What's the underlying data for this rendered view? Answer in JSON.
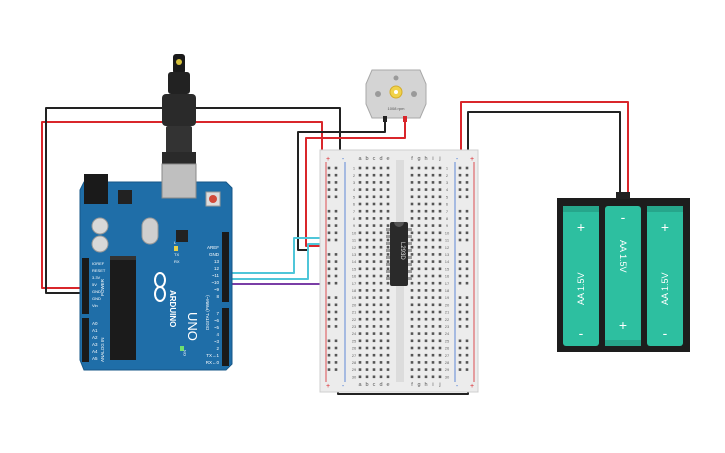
{
  "arduino": {
    "brand": "ARDUINO",
    "model": "UNO",
    "header_power": "POWER",
    "header_analog": "ANALOG IN",
    "header_digital": "DIGITAL (PWM~)",
    "power_pins": [
      "IOREF",
      "RESET",
      "3.3V",
      "5V",
      "GND",
      "GND",
      "Vin"
    ],
    "analog_pins": [
      "A0",
      "A1",
      "A2",
      "A3",
      "A4",
      "A5"
    ],
    "top_labels": [
      "AREF",
      "GND",
      "13",
      "12",
      "~11",
      "~10",
      "~9",
      "8"
    ],
    "bottom_labels": [
      "7",
      "~6",
      "~5",
      "4",
      "~3",
      "2",
      "TX→1",
      "RX←0"
    ],
    "led_labels": [
      "L",
      "TX",
      "RX"
    ],
    "on_label": "ON"
  },
  "motor": {
    "speed_label": "1008 rpm"
  },
  "breadboard": {
    "cols_left": [
      "a",
      "b",
      "c",
      "d",
      "e"
    ],
    "cols_right": [
      "f",
      "g",
      "h",
      "i",
      "j"
    ],
    "row_numbers": [
      "1",
      "2",
      "3",
      "4",
      "5",
      "6",
      "7",
      "8",
      "9",
      "10",
      "11",
      "12",
      "13",
      "14",
      "15",
      "16",
      "17",
      "18",
      "19",
      "20",
      "21",
      "22",
      "23",
      "24",
      "25",
      "26",
      "27",
      "28",
      "29",
      "30"
    ],
    "rail_plus": "+",
    "rail_minus": "-"
  },
  "chip": {
    "label": "L293D"
  },
  "battery": {
    "cells": [
      {
        "label": "AA 1.5V",
        "top_sign": "+",
        "bottom_sign": "-"
      },
      {
        "label": "AA 1.5V",
        "top_sign": "-",
        "bottom_sign": "+"
      },
      {
        "label": "AA 1.5V",
        "top_sign": "+",
        "bottom_sign": "-"
      }
    ]
  },
  "colors": {
    "arduino_blue": "#1f6ea8",
    "wire_red": "#d9262b",
    "wire_black": "#222222",
    "wire_cyan": "#4fc6d9",
    "wire_purple": "#7a3da6",
    "battery_teal": "#2dbfa0",
    "breadboard": "#ececec"
  }
}
